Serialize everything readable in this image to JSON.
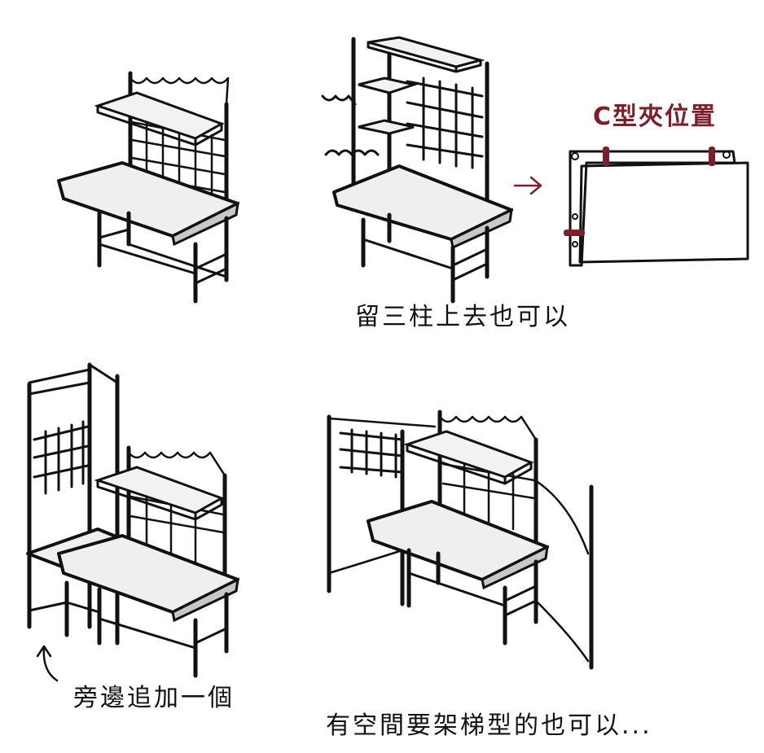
{
  "captions": {
    "top_right": "留三柱上去也可以",
    "clip_position": "C型夾位置",
    "side_add": "旁邊追加一個",
    "ladder": "有空間要架梯型的也可以..."
  },
  "colors": {
    "ink": "#111111",
    "clip": "#7a1f2e",
    "desk_top": "#efefef",
    "desk_edge": "#c8c8c8"
  }
}
